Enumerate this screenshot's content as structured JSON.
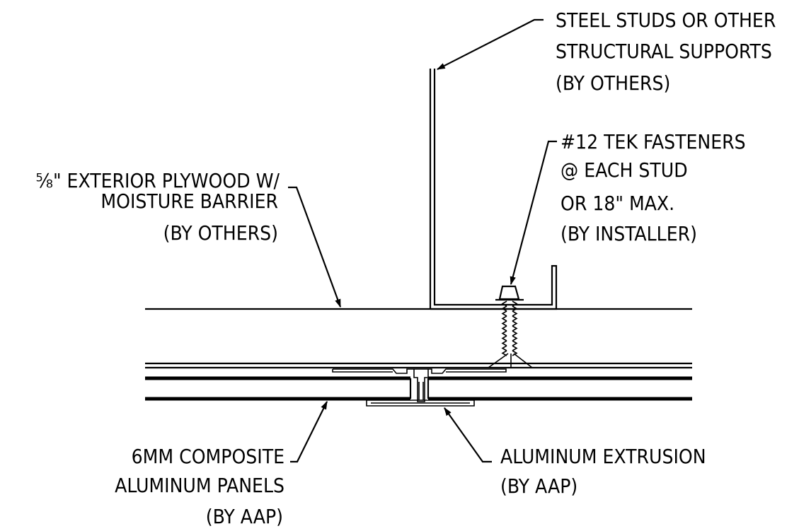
{
  "callouts": {
    "steel_studs": [
      "STEEL STUDS OR OTHER",
      "STRUCTURAL SUPPORTS",
      "(BY OTHERS)"
    ],
    "plywood": [
      "⅝\" EXTERIOR PLYWOOD W/",
      "MOISTURE BARRIER",
      "(BY OTHERS)"
    ],
    "fasteners": [
      "#12 TEK FASTENERS",
      "@ EACH STUD",
      "OR 18\" MAX.",
      "(BY INSTALLER)"
    ],
    "panels": [
      "6MM COMPOSITE",
      "ALUMINUM PANELS",
      "(BY AAP)"
    ],
    "extrusion": [
      "ALUMINUM EXTRUSION",
      "(BY AAP)"
    ]
  }
}
